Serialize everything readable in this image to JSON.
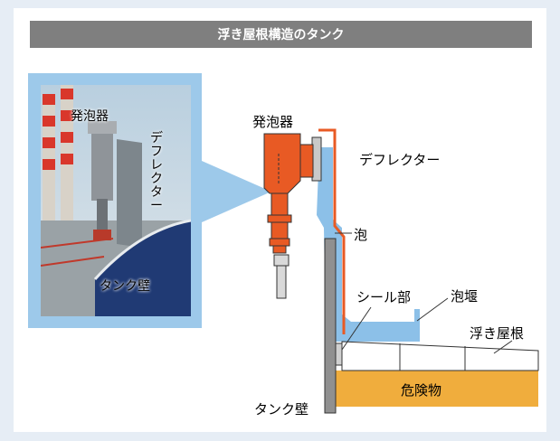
{
  "title": "浮き屋根構造のタンク",
  "photo_labels": {
    "foam_maker": "発泡器",
    "deflector": "デフレクター",
    "tank_wall": "タンク壁"
  },
  "diagram_labels": {
    "foam_maker": "発泡器",
    "deflector": "デフレクター",
    "foam": "泡",
    "seal": "シール部",
    "foam_dam": "泡堰",
    "floating_roof": "浮き屋根",
    "hazardous": "危険物",
    "tank_wall": "タンク壁"
  },
  "colors": {
    "orange": "#e85a24",
    "foam_blue": "#8cc0e8",
    "frame_blue": "#9dc9ea",
    "liquid": "#f0ad3d",
    "header_gray": "#7f7f7f"
  }
}
